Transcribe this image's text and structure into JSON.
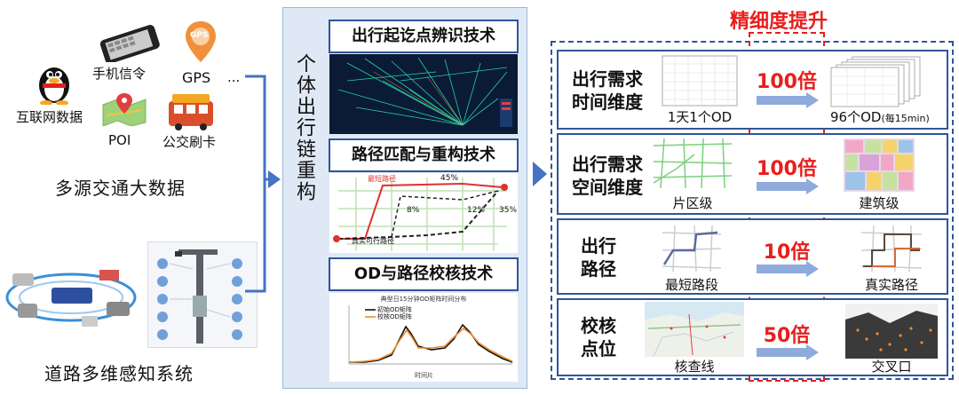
{
  "left": {
    "sources": {
      "internet": "互联网数据",
      "phone": "手机信令",
      "gps": "GPS",
      "gps_pin_text": "GPS",
      "ellipsis": "...",
      "poi": "POI",
      "bus": "公交刷卡"
    },
    "title_top": "多源交通大数据",
    "title_bottom": "道路多维感知系统"
  },
  "middle": {
    "chain_label": "个体出行链重构",
    "tech1": "出行起讫点辨识技术",
    "tech2": "路径匹配与重构技术",
    "tech3": "OD与路径校核技术",
    "route_map": {
      "top_route": "最短路径",
      "top_pct": "45%",
      "mid_pct": "8%",
      "pct_12": "12%",
      "pct_35": "35%",
      "bottom_route": "真实可行路径"
    },
    "od_chart": {
      "title": "典型日15分钟OD矩阵时间分布",
      "legend": [
        "初始OD矩阵",
        "校核OD矩阵"
      ],
      "xlabel": "时间片"
    }
  },
  "right": {
    "header": "精细度提升",
    "rows": [
      {
        "title": "出行需求\n时间维度",
        "factor": "100倍",
        "from": "1天1个OD",
        "to": "96个OD",
        "to_small": "(每15min)"
      },
      {
        "title": "出行需求\n空间维度",
        "factor": "100倍",
        "from": "片区级",
        "to": "建筑级"
      },
      {
        "title": "出行\n路径",
        "factor": "10倍",
        "from": "最短路段",
        "to": "真实路径"
      },
      {
        "title": "校核\n点位",
        "factor": "50倍",
        "from": "核查线",
        "to": "交叉口"
      }
    ]
  },
  "colors": {
    "accent": "#2f5597",
    "arrow": "#4472c4",
    "highlight": "#e81e1e",
    "panel": "#dfe9f5"
  }
}
